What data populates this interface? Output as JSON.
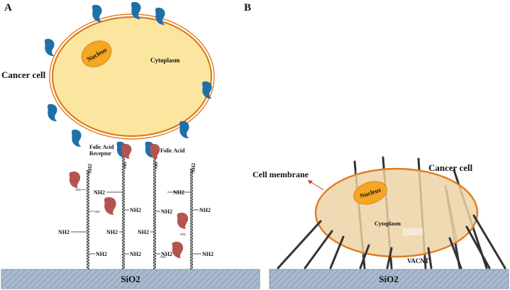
{
  "panel_a": {
    "letter": "A",
    "cancer_cell": "Cancer cell",
    "nucleus": "Nucleus",
    "cytoplasm": "Cytoplasm",
    "folic_acid_receptor_line1": "Folic Acid",
    "folic_acid_receptor_line2": "Receptor",
    "folic_acid": "Folic Acid",
    "amine": "NH2",
    "substrate": "SiO2"
  },
  "panel_b": {
    "letter": "B",
    "cell_membrane": "Cell membrane",
    "cancer_cell": "Cancer cell",
    "nucleus": "Nucleus",
    "cytoplasm": "Cytoplasm",
    "vacnt": "VACNT",
    "substrate": "SiO2"
  },
  "colors": {
    "membrane": "#e07b20",
    "cytoplasm_a": "#fbe6a0",
    "cytoplasm_b": "#ecd3a6",
    "nucleus": "#f5a623",
    "receptor_blue": "#1f6fa8",
    "folate_red": "#b5544e",
    "substrate": "#a9b9cf",
    "arrow_red": "#d33a2c"
  }
}
